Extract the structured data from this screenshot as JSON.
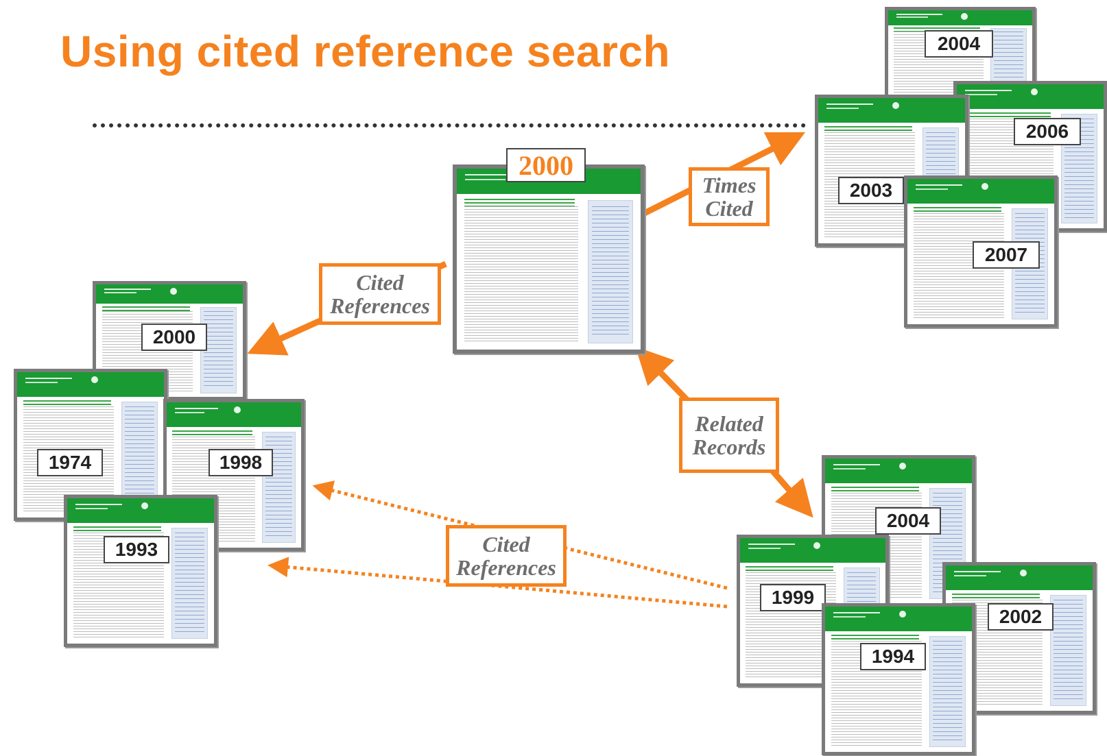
{
  "title": "Using cited reference search",
  "center_year": "2000",
  "labels": {
    "times_cited": "Times\nCited",
    "cited_references_top": "Cited\nReferences",
    "related_records": "Related\nRecords",
    "cited_references_bottom": "Cited\nReferences"
  },
  "groups": {
    "cited_references": [
      "2000",
      "1974",
      "1998",
      "1993"
    ],
    "times_cited": [
      "2004",
      "2006",
      "2003",
      "2007"
    ],
    "related_records": [
      "2004",
      "2002",
      "1999",
      "1994"
    ]
  },
  "colors": {
    "accent": "#f5821f",
    "header_green": "#199a33"
  }
}
